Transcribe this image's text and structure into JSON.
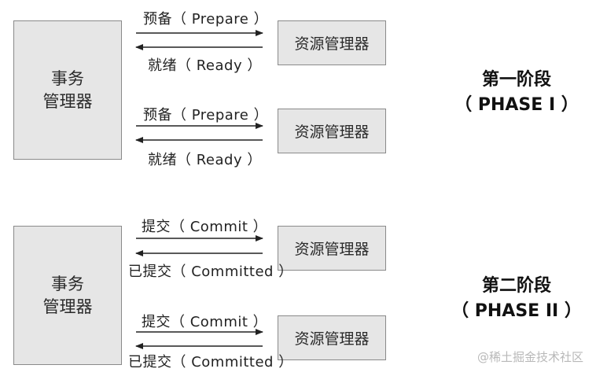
{
  "phase1": {
    "coordinator": "事务\n管理器",
    "participants": [
      {
        "name": "资源管理器",
        "request": "预备（ Prepare ）",
        "response": "就绪（ Ready ）"
      },
      {
        "name": "资源管理器",
        "request": "预备（ Prepare ）",
        "response": "就绪（ Ready ）"
      }
    ],
    "title": "第一阶段",
    "subtitle": "（ PHASE I ）"
  },
  "phase2": {
    "coordinator": "事务\n管理器",
    "participants": [
      {
        "name": "资源管理器",
        "request": "提交（ Commit ）",
        "response": "已提交（ Committed ）"
      },
      {
        "name": "资源管理器",
        "request": "提交（ Commit ）",
        "response": "已提交（ Committed ）"
      }
    ],
    "title": "第二阶段",
    "subtitle": "（ PHASE II ）"
  },
  "watermark": "@稀土掘金技术社区"
}
